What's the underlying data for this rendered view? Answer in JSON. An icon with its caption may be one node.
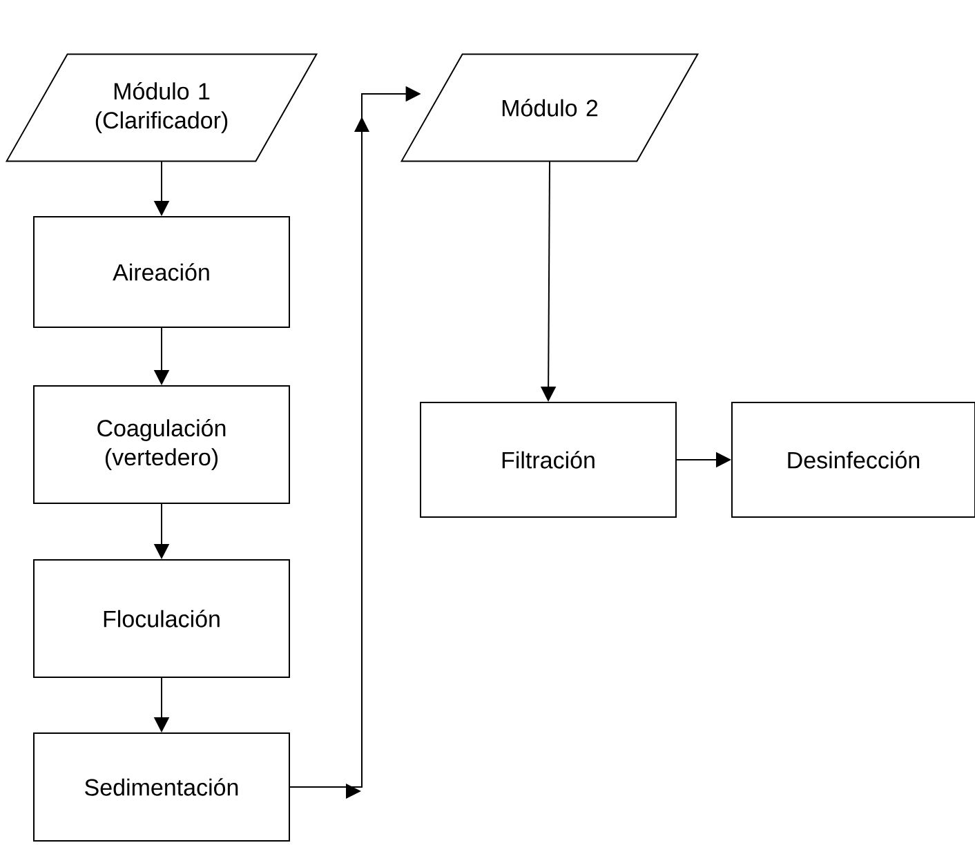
{
  "diagram": {
    "nodes": [
      {
        "text": [
          "Módulo 1 (Clarificador)"
        ]
      },
      {
        "text": [
          "Aireación"
        ]
      },
      {
        "text": [
          "Coagulación (vertedero)"
        ]
      },
      {
        "text": [
          "Floculación"
        ]
      },
      {
        "text": [
          "Sedimentación"
        ]
      },
      {
        "text": [
          "Módulo 2"
        ]
      },
      {
        "text": [
          "Filtración"
        ]
      },
      {
        "text": [
          "Desinfección"
        ]
      }
    ],
    "edges": [
      {
        "from": 0,
        "to": 1,
        "arrow": "to"
      },
      {
        "from": 1,
        "to": 2,
        "arrow": "to"
      },
      {
        "from": 2,
        "to": 3,
        "arrow": "to"
      },
      {
        "from": 3,
        "to": 4,
        "arrow": "to"
      },
      {
        "from": 4,
        "to": 5,
        "arrow": "to"
      },
      {
        "from": 5,
        "to": 6,
        "arrow": "to"
      },
      {
        "from": 6,
        "to": 7,
        "arrow": "to"
      }
    ]
  }
}
